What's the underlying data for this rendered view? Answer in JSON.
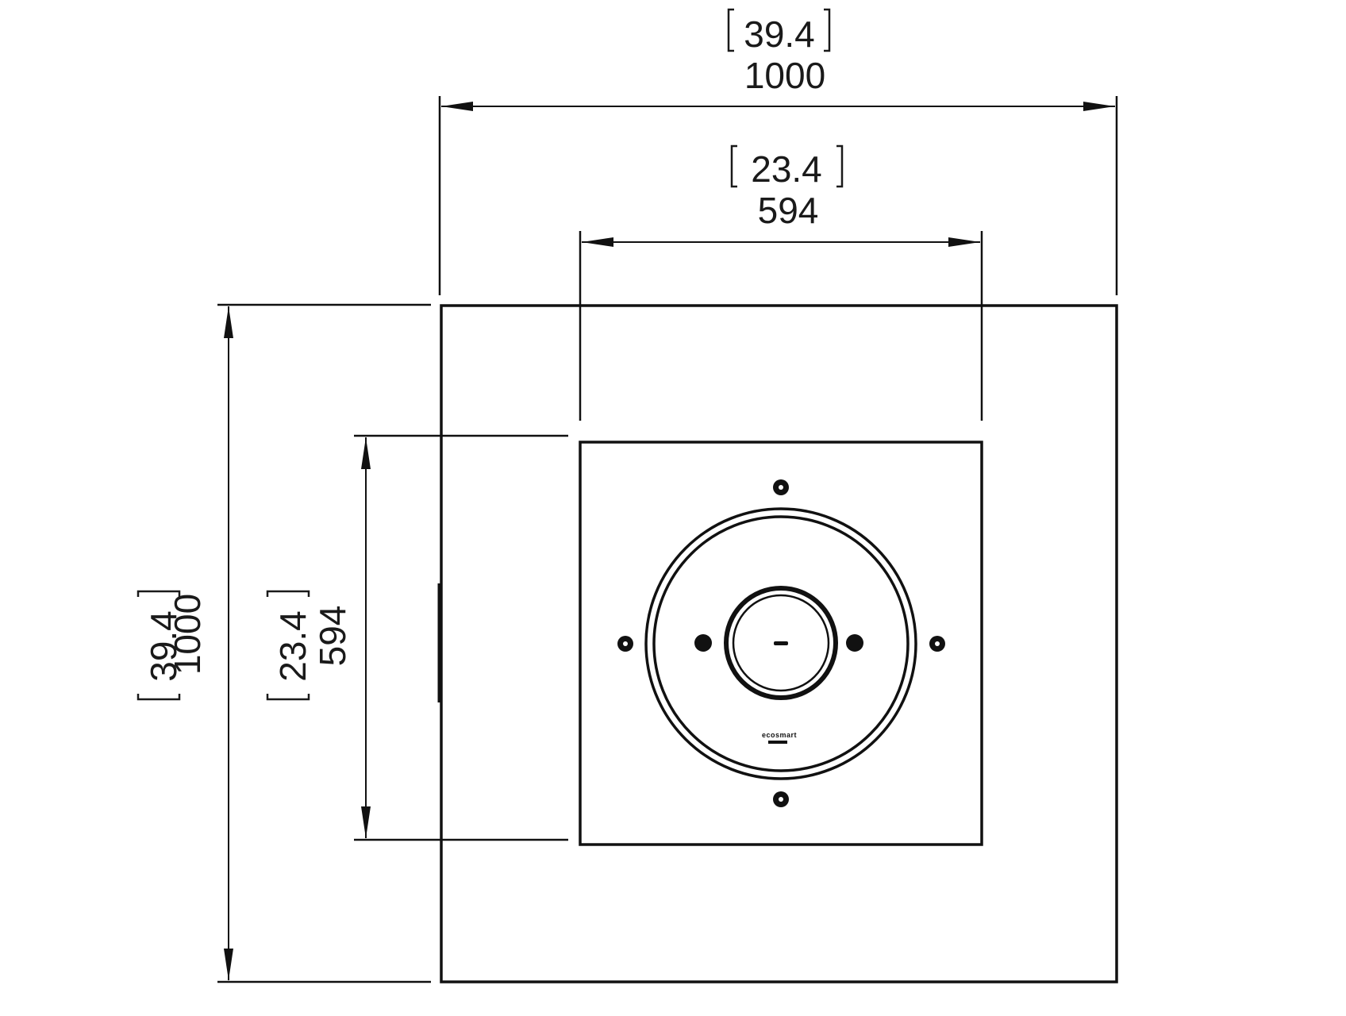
{
  "dimensions": {
    "outer_width": {
      "inches": "39.4",
      "mm": "1000"
    },
    "inner_width": {
      "inches": "23.4",
      "mm": "594"
    },
    "outer_height": {
      "inches": "39.4",
      "mm": "1000"
    },
    "inner_height": {
      "inches": "23.4",
      "mm": "594"
    }
  },
  "logo_text": "ecosmart",
  "colors": {
    "line": "#111111",
    "background": "#ffffff"
  }
}
